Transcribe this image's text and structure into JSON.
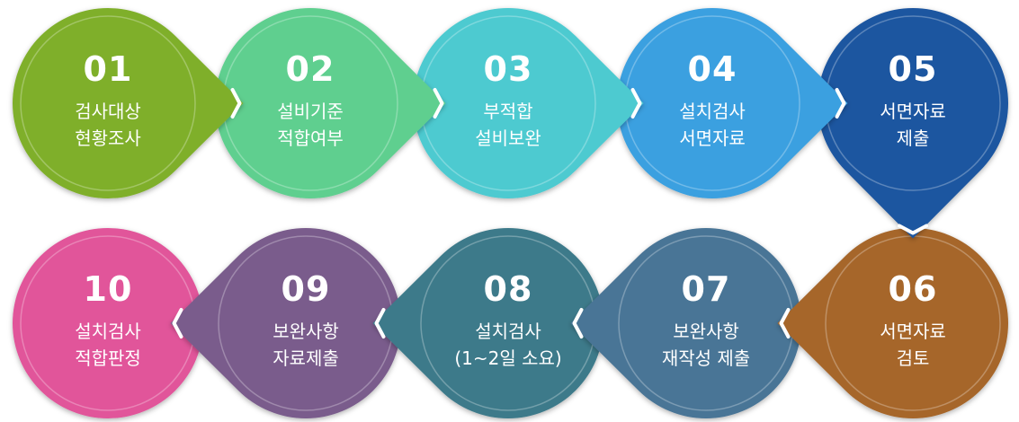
{
  "steps": [
    {
      "num": "01",
      "line1": "검사대상",
      "line2": "현황조사",
      "color": "#7faf2c"
    },
    {
      "num": "02",
      "line1": "설비기준",
      "line2": "적합여부",
      "color": "#5ecf8f"
    },
    {
      "num": "03",
      "line1": "부적합",
      "line2": "설비보완",
      "color": "#4ecad0"
    },
    {
      "num": "04",
      "line1": "설치검사",
      "line2": "서면자료",
      "color": "#3aa0e0"
    },
    {
      "num": "05",
      "line1": "서면자료",
      "line2": "제출",
      "color": "#1e56a0"
    },
    {
      "num": "06",
      "line1": "서면자료",
      "line2": "검토",
      "color": "#a6662b"
    },
    {
      "num": "07",
      "line1": "보완사항",
      "line2": "재작성 제출",
      "color": "#4a7496"
    },
    {
      "num": "08",
      "line1": "설치검사",
      "line2": "(1~2일 소요)",
      "color": "#3c7a8a"
    },
    {
      "num": "09",
      "line1": "보완사항",
      "line2": "자료제출",
      "color": "#7a5c8c"
    },
    {
      "num": "10",
      "line1": "설치검사",
      "line2": "적합판정",
      "color": "#e1559a"
    }
  ]
}
